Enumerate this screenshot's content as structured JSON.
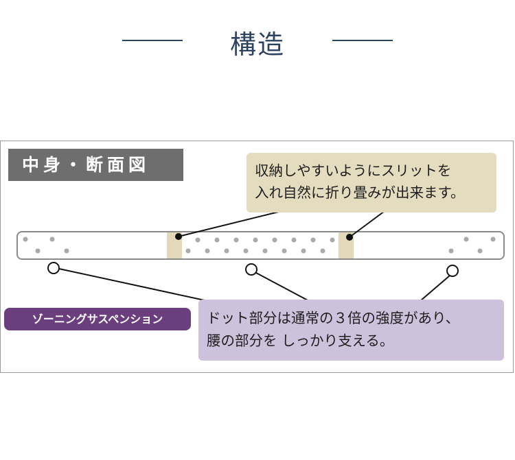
{
  "heading": {
    "title": "構造"
  },
  "cross_section": {
    "tag": "中身・断面図",
    "top_note": {
      "line1": "収納しやすいようにスリットを",
      "line2": "入れ自然に折り畳みが出来ます。"
    },
    "zoning_tag": "ゾーニングサスペンション",
    "bottom_note": {
      "line1": "ドット部分は通常の３倍の強度があり、",
      "line2": "腰の部分を しっかり支える。"
    }
  },
  "colors": {
    "heading": "#2c4263",
    "dark_tag": "#6e6e6e",
    "slit_note_bg": "#e4dcbf",
    "slit_band": "#e3d8b8",
    "zoning_tag": "#6b3e7d",
    "dot_note_bg": "#cec1dc"
  }
}
